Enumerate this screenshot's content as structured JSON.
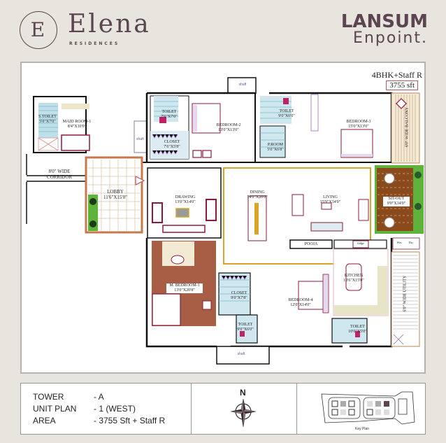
{
  "header": {
    "logo_monogram": "E",
    "project_name": "Elena",
    "project_subtitle": "RESIDENCES",
    "developer_line1": "LANSUM",
    "developer_line2": "Enpoint."
  },
  "plan": {
    "unit_type": "4BHK+Staff R",
    "unit_area": "3755 sft",
    "rooms": [
      {
        "id": "maid-room",
        "name": "MAID ROOM-1",
        "size": "8'4\"X10'0\""
      },
      {
        "id": "s-toilet",
        "name": "S.TOILET",
        "size": "5'0\"X7'0\""
      },
      {
        "id": "toilet-bed2",
        "name": "TOILET",
        "size": "7'6\"X7'0\""
      },
      {
        "id": "closet-bed2",
        "name": "CLOSET",
        "size": "7'6\"X5'8\""
      },
      {
        "id": "bedroom-2",
        "name": "BEDROOM-2",
        "size": "13'0\"X13'0\""
      },
      {
        "id": "toilet-bed3",
        "name": "TOILET",
        "size": "9'0\"X6'0\""
      },
      {
        "id": "p-room",
        "name": "P.ROOM",
        "size": "5'0\"X6'8\""
      },
      {
        "id": "bedroom-3",
        "name": "BEDROOM-3",
        "size": "15'0\"X13'0\""
      },
      {
        "id": "balcony",
        "name": "6'0\" WIDE BALCONY",
        "size": ""
      },
      {
        "id": "corridor",
        "name": "8'0\" WIDE CORRIDOR",
        "size": ""
      },
      {
        "id": "lobby",
        "name": "LOBBY",
        "size": "11'6\"X15'0\""
      },
      {
        "id": "drawing",
        "name": "DRAWING",
        "size": "13'0\"X14'0\""
      },
      {
        "id": "dining",
        "name": "DINING",
        "size": "14'0\"X20'0\""
      },
      {
        "id": "living",
        "name": "LIVING",
        "size": "15'9\"X14'0\""
      },
      {
        "id": "sit-out",
        "name": "SIT-OUT",
        "size": "9'0\"X14'0\""
      },
      {
        "id": "pooja",
        "name": "POOJA",
        "size": ""
      },
      {
        "id": "fridge",
        "name": "fridge",
        "size": ""
      },
      {
        "id": "kitchen",
        "name": "KITCHEN",
        "size": "10'6\"X15'0\""
      },
      {
        "id": "utility",
        "name": "6'0\" WIDE UTILITY",
        "size": ""
      },
      {
        "id": "m-bedroom",
        "name": "M. BEDROOM-1",
        "size": "13'0\"X20'8\""
      },
      {
        "id": "closet-master",
        "name": "CLOSET",
        "size": "9'0\"X7'8\""
      },
      {
        "id": "toilet-master",
        "name": "TOILET",
        "size": "9'0\"X6'0\""
      },
      {
        "id": "bedroom-4",
        "name": "BEDROOM-4",
        "size": "12'0\"X14'0\""
      },
      {
        "id": "toilet-bed4",
        "name": "TOILET",
        "size": "10'0\"X5'0\""
      }
    ],
    "shaft_label": "shaft",
    "utility_small": [
      "Wm",
      "Dw"
    ]
  },
  "info": {
    "rows": [
      {
        "label": "TOWER",
        "value": "- A"
      },
      {
        "label": "UNIT PLAN",
        "value": "- 1 (WEST)"
      },
      {
        "label": "AREA",
        "value": "- 3755 Sft + Staff R"
      }
    ],
    "compass_label": "N",
    "key_plan_label": "Key Plan"
  },
  "colors": {
    "background": "#e8e4de",
    "brand": "#5a4550",
    "master_floor": "#a85d45",
    "sitout_deck": "#8a4a1c",
    "sitout_grass": "#5fb33a",
    "tile_blue": "#7fb8c8",
    "furniture": "#8b1a3a",
    "dining_border": "#d6a52a"
  }
}
